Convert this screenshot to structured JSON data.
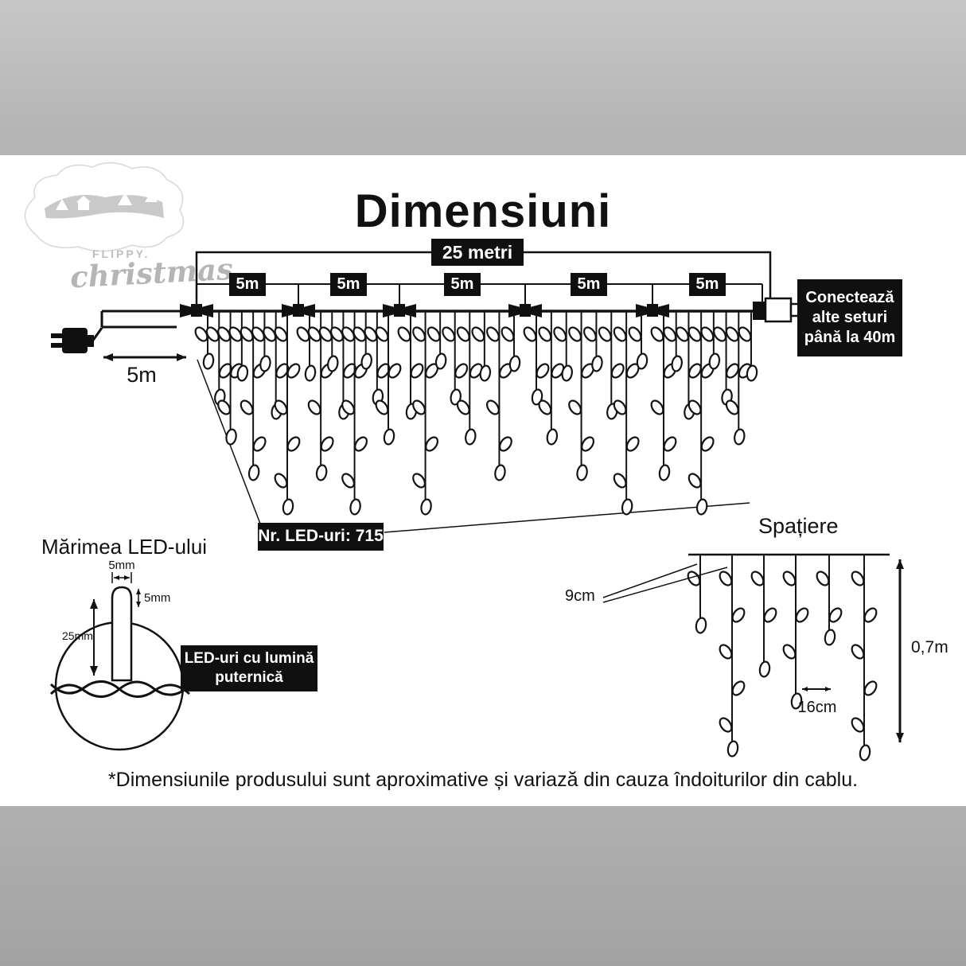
{
  "page": {
    "title": "Dimensiuni",
    "footnote": "*Dimensiunile produsului sunt aproximative și variază din cauza îndoiturilor din cablu."
  },
  "logo": {
    "brand": "FLIPPY.",
    "script": "christmas"
  },
  "main_diagram": {
    "total_label": "25 metri",
    "section_labels": [
      "5m",
      "5m",
      "5m",
      "5m",
      "5m"
    ],
    "lead_label": "5m",
    "connect_box": "Conectează\nalte seturi\npână la 40m",
    "led_count_label": "Nr. LED-uri: 715"
  },
  "led_size": {
    "heading": "Mărimea LED-ului",
    "width_label": "5mm",
    "cap_label": "5mm",
    "height_label": "25mm",
    "note_box": "LED-uri cu lumină\nputernică"
  },
  "spacing": {
    "heading": "Spațiere",
    "drop_gap_label": "9cm",
    "bulb_gap_label": "16cm",
    "height_label": "0,7m"
  },
  "colors": {
    "ink": "#111111",
    "box_bg": "#101010",
    "background_gray": "#b0b0b0",
    "content_white": "#ffffff"
  }
}
